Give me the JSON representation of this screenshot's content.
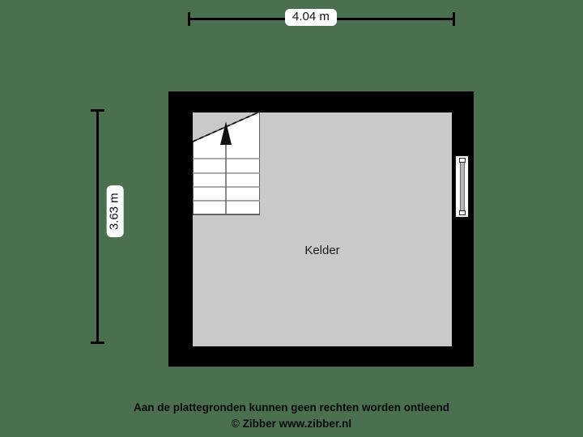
{
  "plan": {
    "title": "Kelder",
    "background_color": "#4a7050",
    "wall_color": "#000000",
    "floor_color": "#c9c9c9"
  },
  "dimensions": {
    "width_label": "4.04 m",
    "height_label": "3.63 m"
  },
  "rooms": [
    {
      "name": "Kelder",
      "label": "Kelder"
    }
  ],
  "features": {
    "staircase": {
      "name": "staircase",
      "steps": 6,
      "direction_label": "up"
    },
    "window": {
      "name": "window",
      "wall": "right"
    }
  },
  "footer": {
    "disclaimer": "Aan de plattegronden kunnen geen rechten worden ontleend",
    "copyright": "© Zibber www.zibber.nl"
  }
}
